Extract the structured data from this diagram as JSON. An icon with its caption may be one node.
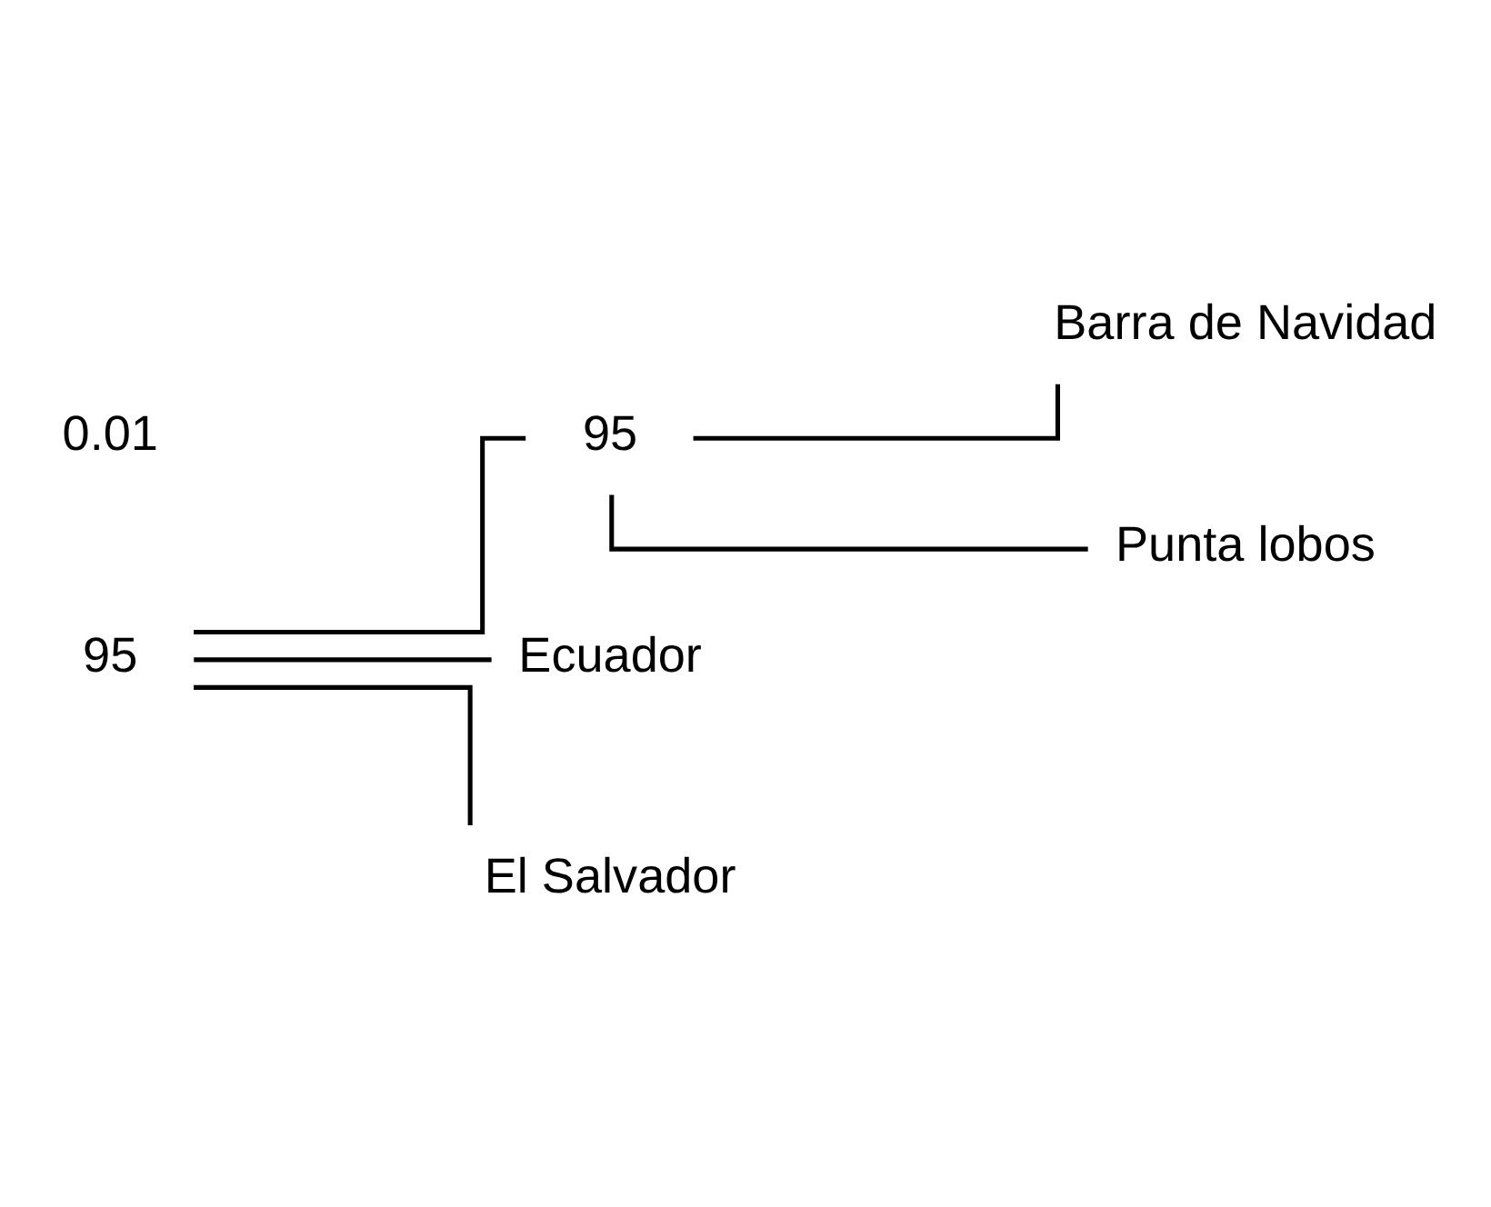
{
  "diagram": {
    "nodes": [
      {
        "text": [
          "95"
        ]
      },
      {
        "text": [
          "95"
        ]
      },
      {
        "text": [
          "Barra de Navidad"
        ]
      },
      {
        "text": [
          "Punta lobos"
        ]
      },
      {
        "text": [
          "Ecuador"
        ]
      },
      {
        "text": [
          "El Salvador"
        ]
      }
    ],
    "edges": [
      {
        "from": 0,
        "to": 1,
        "arrow": "none"
      },
      {
        "from": 1,
        "to": 2,
        "arrow": "none"
      },
      {
        "from": 1,
        "to": 3,
        "arrow": "none"
      },
      {
        "from": 0,
        "to": 4,
        "arrow": "none"
      },
      {
        "from": 0,
        "to": 5,
        "arrow": "none"
      }
    ],
    "labels": [
      "0.01"
    ]
  }
}
